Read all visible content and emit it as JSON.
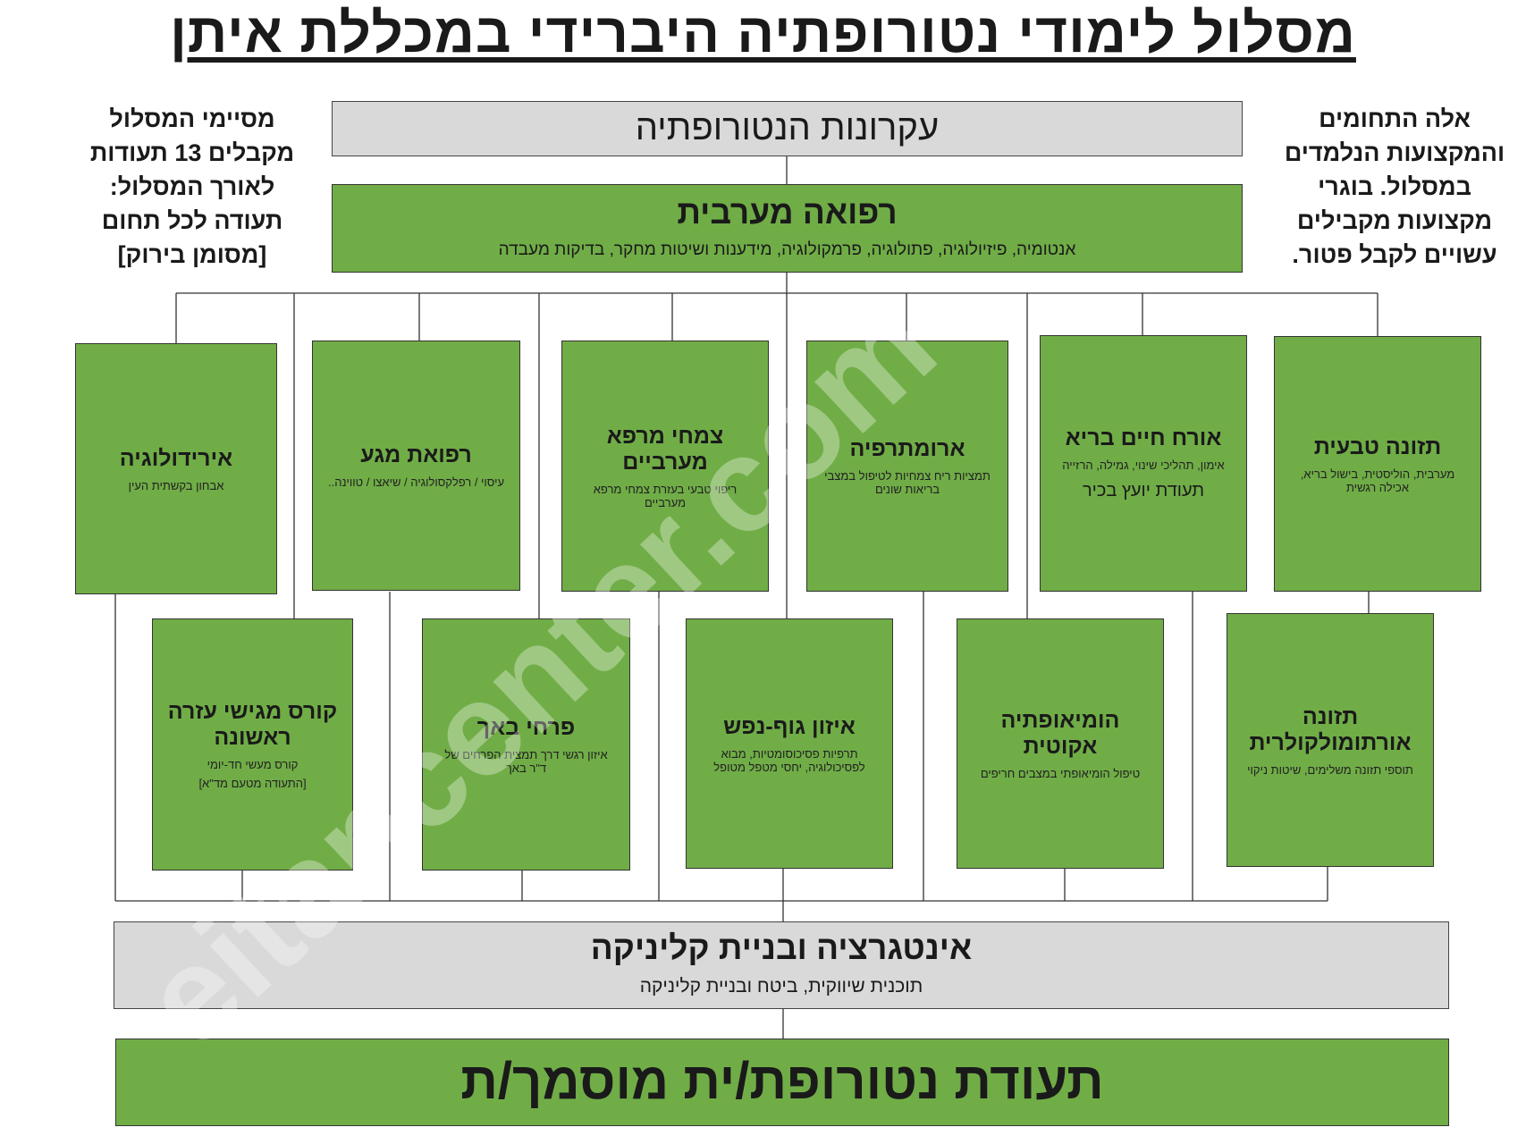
{
  "title": "מסלול לימודי נטורופתיה היברידי במכללת איתן",
  "left_note": [
    "מסיימי המסלול",
    "מקבלים 13 תעודות",
    "לאורך המסלול:",
    "תעודה לכל תחום",
    "[מסומן בירוק]"
  ],
  "right_note": [
    "אלה התחומים",
    "והמקצועות הנלמדים",
    "במסלול. בוגרי",
    "מקצועות מקבילים",
    "עשויים לקבל פטור."
  ],
  "principles": "עקרונות הנטורופתיה",
  "western": {
    "title": "רפואה מערבית",
    "desc": "אנטומיה, פיזיולוגיה, פתולוגיה, פרמקולוגיה, מידענות ושיטות מחקר, בדיקות מעבדה"
  },
  "row1": [
    {
      "title": "תזונה טבעית",
      "desc": "מערבית, הוליסטית, בישול בריא, אכילה רגשית"
    },
    {
      "title": "אורח חיים בריא",
      "desc": "אימון, תהליכי שינוי, גמילה, הרזייה",
      "extra": "תעודת יועץ בכיר"
    },
    {
      "title": "ארומתרפיה",
      "desc": "תמציות ריח צמחיות לטיפול במצבי בריאות שונים"
    },
    {
      "title": "צמחי מרפא מערביים",
      "desc": "ריפוי טבעי בעזרת צמחי מרפא מערביים"
    },
    {
      "title": "רפואת מגע",
      "desc": "עיסוי / רפלקסולוגיה / שיאצו / טווינה.."
    },
    {
      "title": "אירידולוגיה",
      "desc": "אבחון בקשתית העין"
    }
  ],
  "row2": [
    {
      "title": "תזונה אורתומולקולרית",
      "desc": "תוספי תזונה משלימים, שיטות ניקוי"
    },
    {
      "title": "הומיאופתיה אקוטית",
      "desc": "טיפול הומיאופתי במצבים חריפים"
    },
    {
      "title": "איזון גוף-נפש",
      "desc": "תרפיות פסיכוסומטיות, מבוא לפסיכולוגיה, יחסי מטפל מטופל"
    },
    {
      "title": "פרחי באך",
      "desc": "איזון רגשי דרך תמצית הפרחים של ד\"ר באך"
    },
    {
      "title": "קורס מגישי עזרה ראשונה",
      "desc": "קורס מעשי חד-יומי",
      "note": "[התעודה מטעם מד\"א]"
    }
  ],
  "integration": {
    "title": "אינטגרציה ובניית קליניקה",
    "desc": "תוכנית שיווקית, ביטח ובניית קליניקה"
  },
  "certificate": "תעודת נטורופת/ית מוסמך/ת",
  "watermark": "eitancenter.com",
  "colors": {
    "green": "#70ad47",
    "grey": "#d9d9d9"
  }
}
